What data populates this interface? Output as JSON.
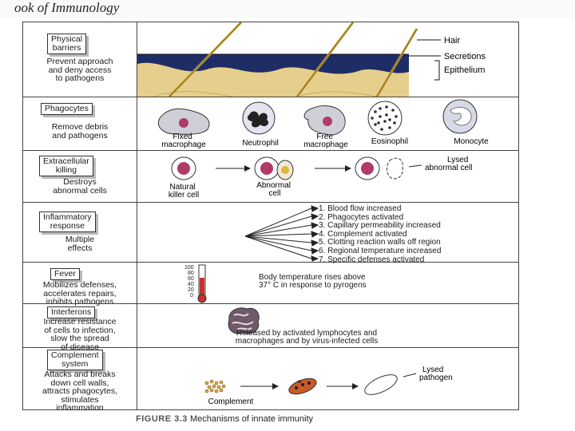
{
  "header": {
    "book_title": "ook of Immunology"
  },
  "rows": [
    {
      "label": [
        "Physical",
        "barriers"
      ],
      "description": [
        "Prevent approach",
        "and deny access",
        "to pathogens"
      ]
    },
    {
      "label": [
        "Phagocytes"
      ],
      "description": [
        "Remove debris",
        "and pathogens"
      ]
    },
    {
      "label": [
        "Extracellular",
        "killing"
      ],
      "description": [
        "Destroys",
        "abnormal cells"
      ]
    },
    {
      "label": [
        "Inflammatory",
        "response"
      ],
      "description": [
        "Multiple",
        "effects"
      ]
    },
    {
      "label": [
        "Fever"
      ],
      "description": [
        "Mobilizes defenses,",
        "accelerates repairs,",
        "inhibits pathogens"
      ]
    },
    {
      "label": [
        "Interferons"
      ],
      "description": [
        "Increase resistance",
        "of cells to infection,",
        "slow the spread",
        "of disease"
      ]
    },
    {
      "label": [
        "Complement",
        "system"
      ],
      "description": [
        "Attacks and breaks",
        "down cell walls,",
        "attracts phagocytes,",
        "stimulates",
        "inflammation"
      ]
    }
  ],
  "barrier_labels": {
    "hair": "Hair",
    "secretions": "Secretions",
    "epithelium": "Epithelium"
  },
  "phagocyte_labels": {
    "fixed_macrophage": [
      "Fixed",
      "macrophage"
    ],
    "neutrophil": "Neutrophil",
    "free_macrophage": [
      "Free",
      "macrophage"
    ],
    "eosinophil": "Eosinophil",
    "monocyte": "Monocyte"
  },
  "killing_labels": {
    "nk_cell": [
      "Natural",
      "killer cell"
    ],
    "abnormal_cell": [
      "Abnormal",
      "cell"
    ],
    "lysed_abnormal": [
      "Lysed",
      "abnormal cell"
    ]
  },
  "inflammation_effects": [
    "1. Blood flow increased",
    "2. Phagocytes activated",
    "3. Capillary permeability increased",
    "4. Complement activated",
    "5. Clotting reaction walls off region",
    "6. Regional temperature increased",
    "7. Specific defenses activated"
  ],
  "fever": {
    "scale": [
      "100",
      "80",
      "60",
      "40",
      "20",
      "0"
    ],
    "text": [
      "Body temperature rises above",
      "37° C in response to pyrogens"
    ]
  },
  "interferon_text": [
    "Released by activated lymphocytes and",
    "macrophages and by virus-infected cells"
  ],
  "complement_labels": {
    "complement": "Complement",
    "lysed_pathogen": [
      "Lysed",
      "pathogen"
    ]
  },
  "caption": {
    "figure": "FIGURE 3.3",
    "text": " Mechanisms of innate immunity"
  },
  "colors": {
    "dark_blue": "#1f2d66",
    "tan": "#e6cf8c",
    "purple": "#b03a6a",
    "red": "#c8322a"
  }
}
